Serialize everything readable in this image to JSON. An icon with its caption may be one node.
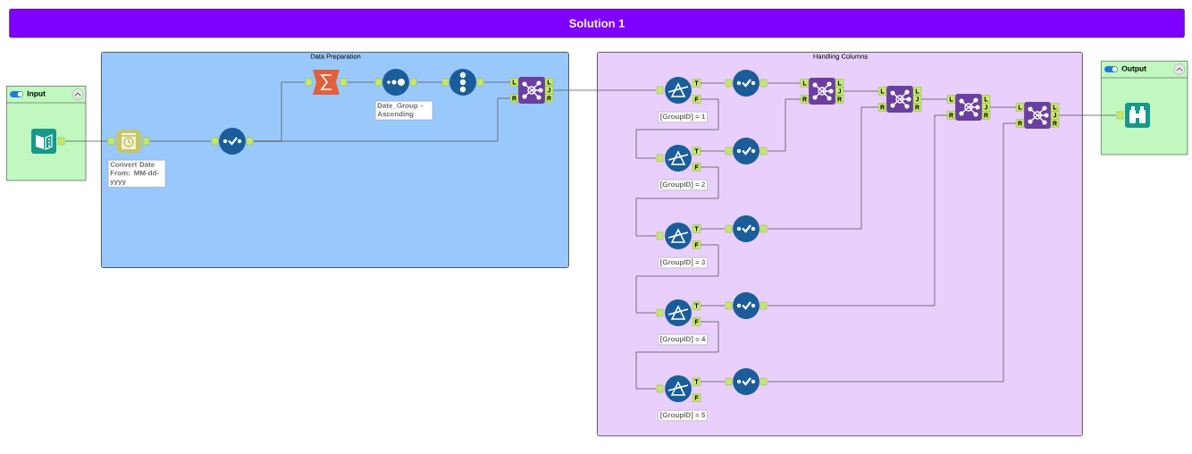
{
  "diagram": {
    "title": "Solution 1",
    "nodes": [
      {
        "text": [
          "Input"
        ]
      },
      {
        "text": [],
        "shape": "picture",
        "in": 0
      },
      {
        "text": [
          "Data Preparation"
        ]
      },
      {
        "text": [],
        "shape": "picture",
        "in": 2,
        "beside": [
          "Convert Date From: MM-dd-yyyy"
        ]
      },
      {
        "text": [],
        "shape": "circle",
        "in": 2
      },
      {
        "text": [],
        "shape": "picture",
        "in": 2
      },
      {
        "text": [],
        "shape": "circle",
        "in": 2,
        "beside": [
          "Date_Group - Ascending"
        ]
      },
      {
        "text": [],
        "shape": "circle",
        "in": 2
      },
      {
        "text": [],
        "shape": "box",
        "in": 2,
        "beside": [
          "L",
          "R",
          "L",
          "J",
          "R"
        ]
      },
      {
        "text": [
          "Handling Columns"
        ]
      },
      {
        "text": [],
        "shape": "circle",
        "in": 9,
        "beside": [
          "T",
          "F",
          "[GroupID] = 1"
        ]
      },
      {
        "text": [],
        "shape": "circle",
        "in": 9,
        "beside": [
          "T",
          "F",
          "[GroupID] = 2"
        ]
      },
      {
        "text": [],
        "shape": "circle",
        "in": 9,
        "beside": [
          "T",
          "F",
          "[GroupID] = 3"
        ]
      },
      {
        "text": [],
        "shape": "circle",
        "in": 9,
        "beside": [
          "T",
          "F",
          "[GroupID] = 4"
        ]
      },
      {
        "text": [],
        "shape": "circle",
        "in": 9,
        "beside": [
          "T",
          "F",
          "[GroupID] = 5"
        ]
      },
      {
        "text": [],
        "shape": "circle",
        "in": 9
      },
      {
        "text": [],
        "shape": "circle",
        "in": 9
      },
      {
        "text": [],
        "shape": "circle",
        "in": 9
      },
      {
        "text": [],
        "shape": "circle",
        "in": 9
      },
      {
        "text": [],
        "shape": "circle",
        "in": 9
      },
      {
        "text": [],
        "shape": "box",
        "in": 9,
        "beside": [
          "L",
          "R",
          "L",
          "J",
          "R"
        ]
      },
      {
        "text": [],
        "shape": "box",
        "in": 9,
        "beside": [
          "L",
          "R",
          "L",
          "J",
          "R"
        ]
      },
      {
        "text": [],
        "shape": "box",
        "in": 9,
        "beside": [
          "L",
          "R",
          "L",
          "J",
          "R"
        ]
      },
      {
        "text": [],
        "shape": "box",
        "in": 9,
        "beside": [
          "L",
          "R",
          "L",
          "J",
          "R"
        ]
      },
      {
        "text": [
          "Output"
        ]
      },
      {
        "text": [],
        "shape": "picture",
        "in": 24
      }
    ],
    "edges": [
      {
        "from": 1,
        "to": 3,
        "arrow": "none"
      },
      {
        "from": 3,
        "to": 4,
        "arrow": "none"
      },
      {
        "from": 4,
        "to": 5,
        "arrow": "none"
      },
      {
        "from": 4,
        "to": 8,
        "arrow": "none"
      },
      {
        "from": 5,
        "to": 6,
        "arrow": "none"
      },
      {
        "from": 6,
        "to": 7,
        "arrow": "none"
      },
      {
        "from": 7,
        "to": 8,
        "arrow": "none"
      },
      {
        "from": 8,
        "to": 10,
        "arrow": "none"
      },
      {
        "from": 10,
        "to": 15,
        "arrow": "none"
      },
      {
        "from": 10,
        "to": 11,
        "arrow": "none"
      },
      {
        "from": 11,
        "to": 16,
        "arrow": "none"
      },
      {
        "from": 11,
        "to": 12,
        "arrow": "none"
      },
      {
        "from": 12,
        "to": 17,
        "arrow": "none"
      },
      {
        "from": 12,
        "to": 13,
        "arrow": "none"
      },
      {
        "from": 13,
        "to": 18,
        "arrow": "none"
      },
      {
        "from": 13,
        "to": 14,
        "arrow": "none"
      },
      {
        "from": 14,
        "to": 19,
        "arrow": "none"
      },
      {
        "from": 15,
        "to": 20,
        "arrow": "none"
      },
      {
        "from": 16,
        "to": 20,
        "arrow": "none"
      },
      {
        "from": 20,
        "to": 21,
        "arrow": "none"
      },
      {
        "from": 17,
        "to": 21,
        "arrow": "none"
      },
      {
        "from": 21,
        "to": 22,
        "arrow": "none"
      },
      {
        "from": 18,
        "to": 22,
        "arrow": "none"
      },
      {
        "from": 22,
        "to": 23,
        "arrow": "none"
      },
      {
        "from": 19,
        "to": 23,
        "arrow": "none"
      },
      {
        "from": 23,
        "to": 25,
        "arrow": "none"
      }
    ]
  }
}
